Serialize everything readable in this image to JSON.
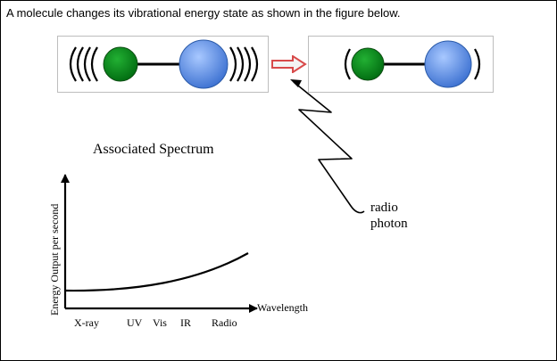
{
  "question": "A molecule changes its vibrational energy state as shown in the figure below.",
  "spectrum": {
    "title": "Associated Spectrum",
    "ylabel": "Energy Output per second",
    "xlabel": "Wavelength",
    "ticks": [
      "X-ray",
      "UV",
      "Vis",
      "IR",
      "Radio"
    ]
  },
  "photon_label": [
    "radio",
    "photon"
  ],
  "colors": {
    "small_atom": "#0a8a1a",
    "large_atom": "#4f86e0",
    "arrow": "#d84a4a"
  }
}
